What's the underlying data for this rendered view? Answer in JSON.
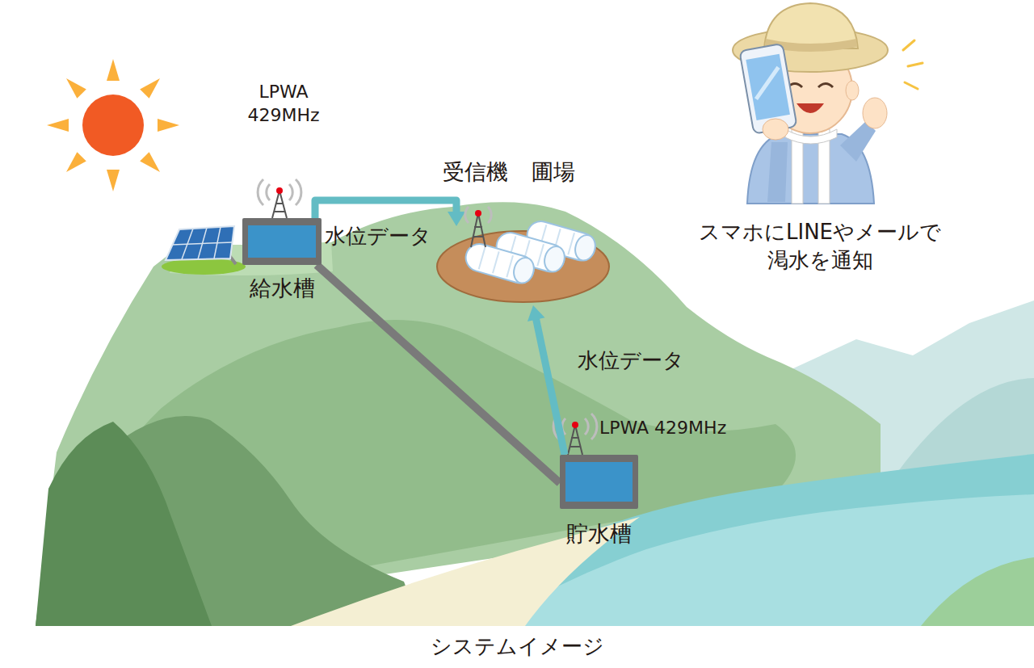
{
  "diagram": {
    "caption": "システムイメージ",
    "nodes": [
      {
        "text": [
          "給水槽"
        ]
      },
      {
        "text": [
          "受信機",
          "圃場"
        ]
      },
      {
        "text": [
          "貯水槽"
        ]
      }
    ],
    "edges": [
      {
        "from": 0,
        "to": 1,
        "label": "水位データ",
        "arrow": "to"
      },
      {
        "from": 2,
        "to": 1,
        "label": "水位データ",
        "arrow": "to"
      },
      {
        "from": 0,
        "to": 2,
        "arrow": "none"
      }
    ],
    "labels": [
      "LPWA 429MHz",
      "LPWA 429MHz",
      "スマホにLINEやメールで 渇水を通知"
    ]
  }
}
